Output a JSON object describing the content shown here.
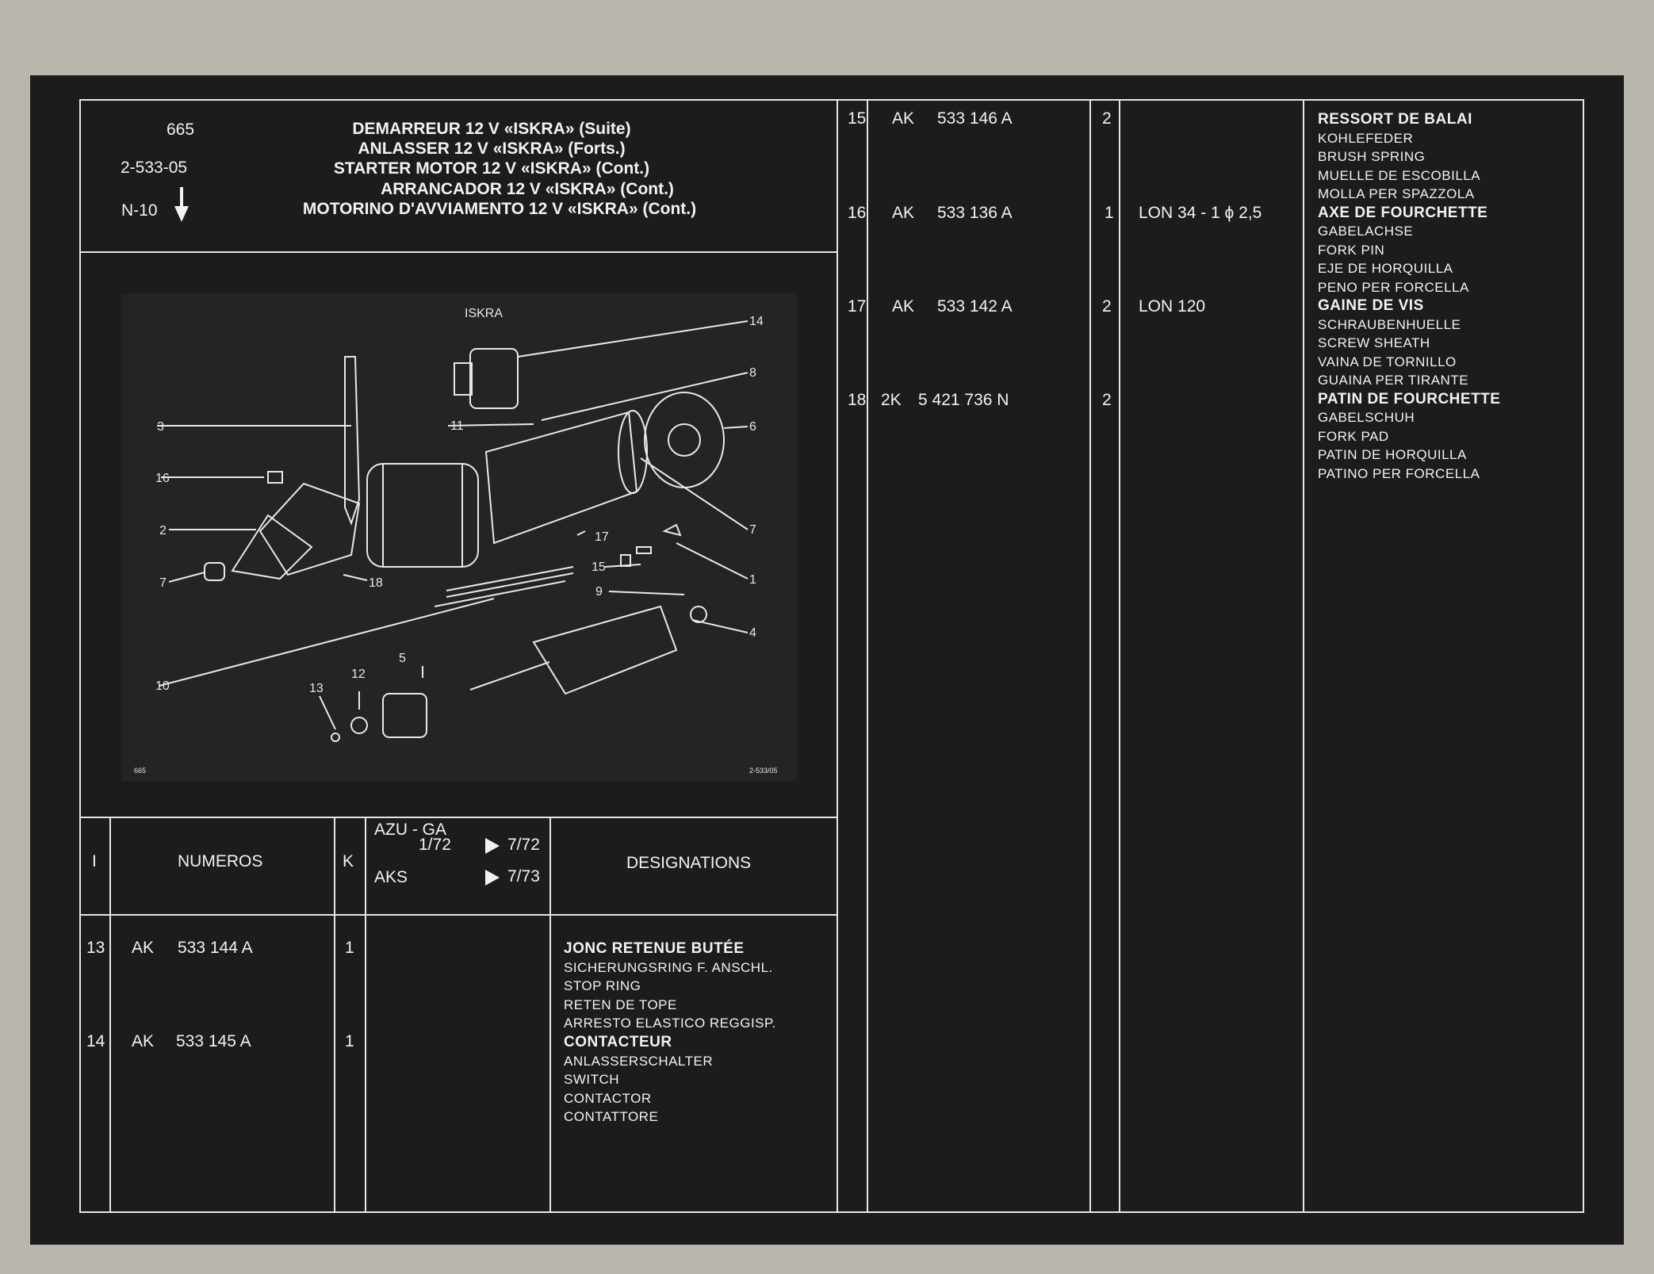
{
  "header": {
    "page_no": "665",
    "ref": "2-533-05",
    "section": "N-10",
    "title_lines": [
      "DEMARREUR 12 V «ISKRA» (Suite)",
      "ANLASSER 12 V «ISKRA» (Forts.)",
      "STARTER MOTOR 12 V «ISKRA» (Cont.)",
      "ARRANCADOR 12 V «ISKRA» (Cont.)",
      "MOTORINO D'AVVIAMENTO 12 V «ISKRA» (Cont.)"
    ]
  },
  "diagram": {
    "brand": "ISKRA",
    "footer_left": "665",
    "footer_right": "2-533/05",
    "callouts": [
      "14",
      "8",
      "6",
      "11",
      "3",
      "16",
      "2",
      "7",
      "17",
      "7",
      "15",
      "1",
      "9",
      "4",
      "18",
      "10",
      "5",
      "12",
      "13"
    ]
  },
  "table_header": {
    "col_i": "I",
    "col_numeros": "NUMEROS",
    "col_k": "K",
    "azu_ga": "AZU - GA",
    "date_from": "1/72",
    "date_1": "7/72",
    "aks": "AKS",
    "date_2": "7/73",
    "col_designations": "DESIGNATIONS"
  },
  "rows": [
    {
      "i": "13",
      "prefix": "AK",
      "number": "533 144 A",
      "k": "1",
      "note": "",
      "designations": [
        "JONC RETENUE BUTÉE",
        "SICHERUNGSRING F. ANSCHL.",
        "STOP RING",
        "RETEN DE TOPE",
        "ARRESTO ELASTICO REGGISP."
      ]
    },
    {
      "i": "14",
      "prefix": "AK",
      "number": "533 145 A",
      "k": "1",
      "note": "",
      "designations": [
        "CONTACTEUR",
        "ANLASSERSCHALTER",
        "SWITCH",
        "CONTACTOR",
        "CONTATTORE"
      ]
    },
    {
      "i": "15",
      "prefix": "AK",
      "number": "533 146 A",
      "k": "2",
      "note": "",
      "designations": [
        "RESSORT DE BALAI",
        "KOHLEFEDER",
        "BRUSH SPRING",
        "MUELLE DE ESCOBILLA",
        "MOLLA PER SPAZZOLA"
      ]
    },
    {
      "i": "16",
      "prefix": "AK",
      "number": "533 136 A",
      "k": "1",
      "note": "LON 34 - 1 ϕ 2,5",
      "designations": [
        "AXE DE FOURCHETTE",
        "GABELACHSE",
        "FORK PIN",
        "EJE DE HORQUILLA",
        "PENO PER FORCELLA"
      ]
    },
    {
      "i": "17",
      "prefix": "AK",
      "number": "533 142 A",
      "k": "2",
      "note": "LON 120",
      "designations": [
        "GAINE DE VIS",
        "SCHRAUBENHUELLE",
        "SCREW SHEATH",
        "VAINA DE TORNILLO",
        "GUAINA PER TIRANTE"
      ]
    },
    {
      "i": "18",
      "prefix": "2K",
      "number": "5 421 736 N",
      "k": "2",
      "note": "",
      "designations": [
        "PATIN DE FOURCHETTE",
        "GABELSCHUH",
        "FORK PAD",
        "PATIN DE HORQUILLA",
        "PATINO PER FORCELLA"
      ]
    }
  ]
}
